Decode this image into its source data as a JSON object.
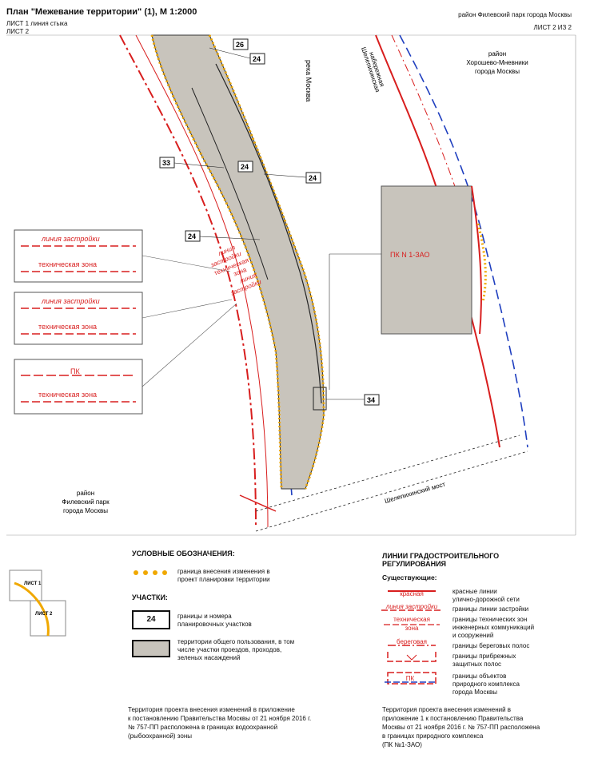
{
  "header": {
    "title": "План \"Межевание территории\" (1), М 1:2000",
    "sheet_line": "ЛИСТ 1 линия стыка",
    "sheet_left": "ЛИСТ 2",
    "district_top": "район Филевский парк города Москвы",
    "sheet_count": "ЛИСТ 2 ИЗ 2"
  },
  "map": {
    "river_label": "река Москва",
    "embankment_label_1": "Шелепихинская",
    "embankment_label_2": "набережная",
    "district_right_1": "район",
    "district_right_2": "Хорошево-Мневники",
    "district_right_3": "города Москвы",
    "district_left_1": "район",
    "district_left_2": "Филевский парк",
    "district_left_3": "города Москвы",
    "bridge_label": "Шелепихинский мост",
    "inset_label": "ПК N 1-ЗАО",
    "parcel_numbers": [
      "26",
      "24",
      "33",
      "24",
      "24",
      "24",
      "34"
    ],
    "callout_1_line1": "линия застройки",
    "callout_1_line2": "техническая зона",
    "callout_2_line1": "линия застройки",
    "callout_2_line2": "техническая зона",
    "callout_3_line1": "ПК",
    "callout_3_line2": "техническая зона",
    "road_labels": [
      "линия",
      "застройки",
      "техническая",
      "зона",
      "линия",
      "застройки"
    ]
  },
  "legend": {
    "title": "УСЛОВНЫЕ ОБОЗНАЧЕНИЯ:",
    "boundary_text_1": "граница внесения изменения в",
    "boundary_text_2": "проект планировки территории",
    "parcels_title": "УЧАСТКИ:",
    "parcel_box_num": "24",
    "parcel_text_1": "границы и номера",
    "parcel_text_2": "планировочных участков",
    "public_text_1": "территории общего пользования, в том",
    "public_text_2": "числе участки проездов, проходов,",
    "public_text_3": "зеленых насаждений",
    "sheet1": "ЛИСТ 1",
    "sheet2": "ЛИСТ 2"
  },
  "lines_legend": {
    "title_1": "ЛИНИИ ГРАДОСТРОИТЕЛЬНОГО",
    "title_2": "РЕГУЛИРОВАНИЯ",
    "existing": "Существующие:",
    "item1_sample": "красная",
    "item1_text_1": "красные линии",
    "item1_text_2": "улично-дорожной сети",
    "item2_sample": "линия застройки",
    "item2_text": "границы линии застройки",
    "item3_sample_1": "техническая",
    "item3_sample_2": "зона",
    "item3_text_1": "границы технических зон",
    "item3_text_2": "инженерных коммуникаций",
    "item3_text_3": "и сооружений",
    "item4_sample": "береговая",
    "item4_text": "границы береговых полос",
    "item5_text_1": "границы прибрежных",
    "item5_text_2": "защитных полос",
    "item6_sample": "ПК",
    "item6_text_1": "границы объектов",
    "item6_text_2": "природного комплекса",
    "item6_text_3": "города  Москвы"
  },
  "notes": {
    "left_1": "Территория проекта внесения изменений в приложение",
    "left_2": "к постановлению Правительства Москвы от 21 ноября 2016 г.",
    "left_3": "№ 757-ПП расположена в границах водоохранной",
    "left_4": "(рыбоохранной) зоны",
    "right_1": "Территория проекта внесения изменений в",
    "right_2": "приложение 1 к постановлению Правительства",
    "right_3": "Москвы от 21 ноября 2016 г. № 757-ПП расположена",
    "right_4": "в границах природного комплекса",
    "right_5": "(ПК №1-ЗАО)"
  },
  "colors": {
    "red": "#d81e1e",
    "blue": "#1f3fbf",
    "gray_fill": "#c8c4bc",
    "orange_dots": "#f0a800"
  }
}
